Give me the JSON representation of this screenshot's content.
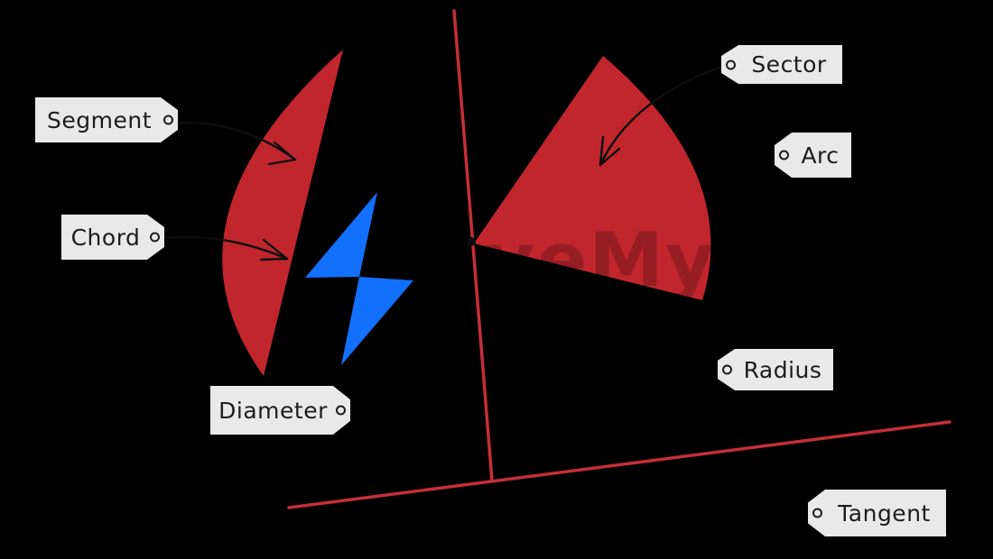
{
  "page": {
    "description": "Parts of a circle labelled diagram on black background"
  },
  "colors": {
    "background": "#000000",
    "shape_red": "#c1262d",
    "line_red": "#c42f36",
    "bolt_blue": "#1270fd",
    "tag_bg": "#e9e9e9",
    "tag_text": "#1d1d1d",
    "arrow_black": "#0e0e0e",
    "watermark_tint": "rgba(0,0,0,0.22)"
  },
  "labels": {
    "segment": "Segment",
    "chord": "Chord",
    "diameter": "Diameter",
    "sector": "Sector",
    "arc": "Arc",
    "radius": "Radius",
    "tangent": "Tangent"
  },
  "watermark": {
    "visible_text": "veMy",
    "logo": "lightning-bolt"
  }
}
